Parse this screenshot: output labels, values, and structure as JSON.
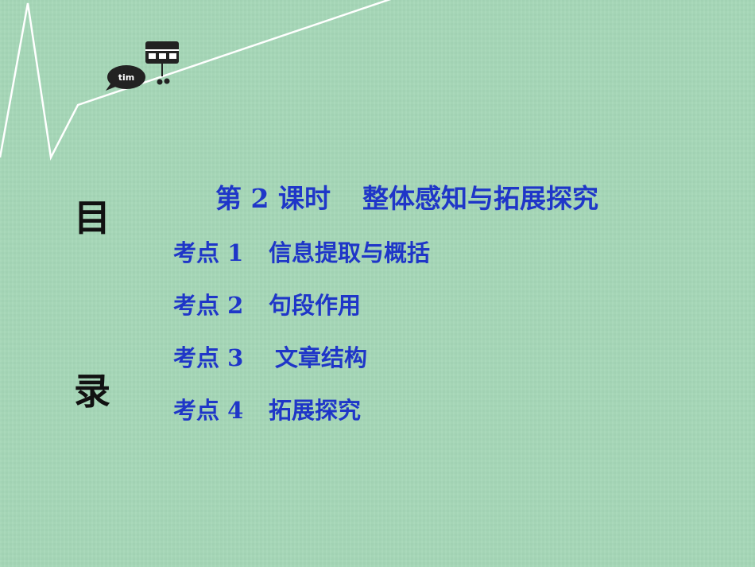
{
  "side": {
    "char_top": "目",
    "char_bottom": "录"
  },
  "toc": {
    "lesson_number": "第 2 课时",
    "lesson_title": "整体感知与拓展探究",
    "items": [
      {
        "label": "考点 1",
        "text": "信息提取与概括"
      },
      {
        "label": "考点 2",
        "text": "句段作用"
      },
      {
        "label": "考点 3",
        "text": "文章结构"
      },
      {
        "label": "考点 4",
        "text": "拓展探究"
      }
    ]
  },
  "decoration": {
    "chat_bubble_text": "tim"
  },
  "colors": {
    "background": "#a6d7b8",
    "toc_text": "#1f36c8",
    "side_text": "#111111",
    "line": "#ffffff",
    "icon": "#222222"
  }
}
